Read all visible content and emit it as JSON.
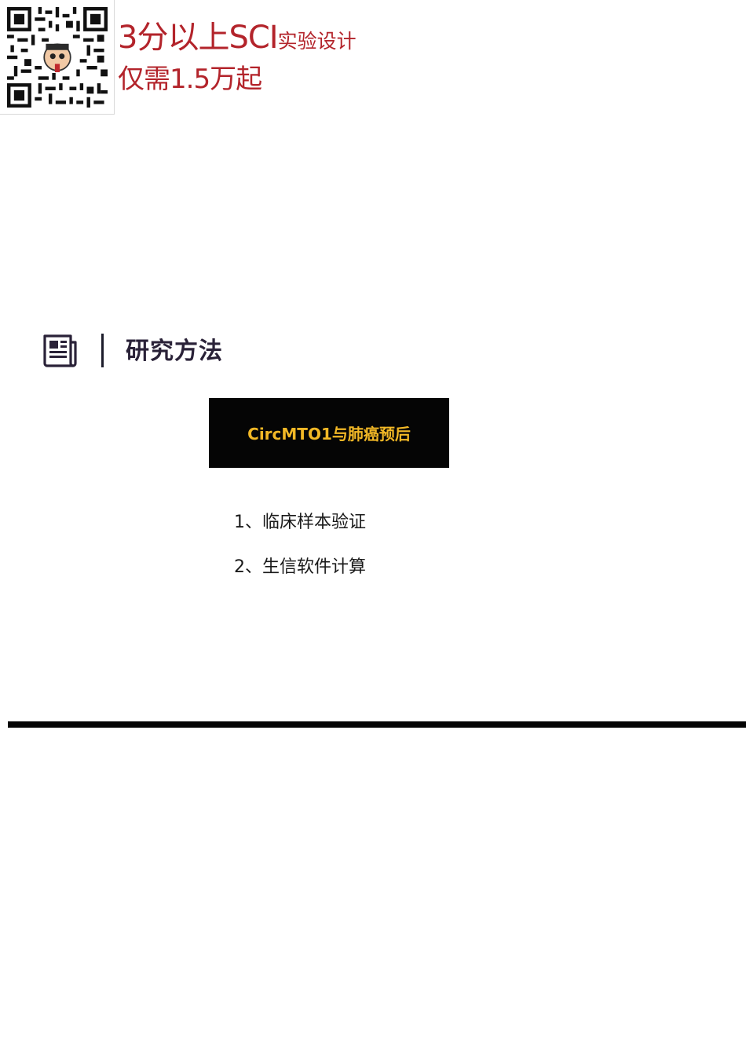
{
  "ad": {
    "line1_big": "3分以上SCI",
    "line1_small": "实验设计",
    "line2_big": "仅需1.5万起",
    "line2_small": "",
    "qr_icon": "qr-code-icon",
    "accent_color": "#b3242b"
  },
  "section": {
    "icon": "newspaper-icon",
    "title": "研究方法"
  },
  "topic": {
    "label": "CircMTO1与肺癌预后",
    "bg_color": "#050505",
    "text_color": "#f2b826"
  },
  "methods": [
    {
      "label": "1、临床样本验证"
    },
    {
      "label": "2、生信软件计算"
    }
  ]
}
